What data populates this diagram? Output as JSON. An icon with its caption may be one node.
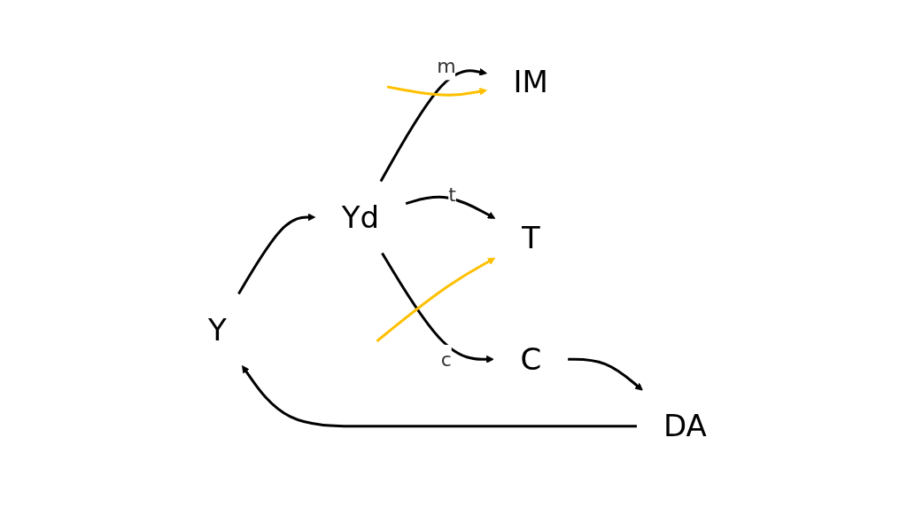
{
  "diagram": {
    "nodes": [
      {
        "text": [
          "Y"
        ]
      },
      {
        "text": [
          "Yd"
        ]
      },
      {
        "text": [
          "IM"
        ]
      },
      {
        "text": [
          "T"
        ]
      },
      {
        "text": [
          "C"
        ]
      },
      {
        "text": [
          "DA"
        ]
      }
    ],
    "edges": [
      {
        "from": 0,
        "to": 1,
        "arrow": "to"
      },
      {
        "from": 1,
        "to": 2,
        "label": "m",
        "arrow": "to"
      },
      {
        "from": 1,
        "to": 3,
        "label": "t",
        "arrow": "to"
      },
      {
        "from": 1,
        "to": 4,
        "label": "c",
        "arrow": "to"
      },
      {
        "from": 4,
        "to": 5,
        "arrow": "to"
      },
      {
        "from": 5,
        "to": 0,
        "arrow": "to"
      },
      {
        "from": null,
        "to": 2,
        "arrow": "to",
        "color": "#ffc000"
      },
      {
        "from": null,
        "to": 3,
        "arrow": "to",
        "color": "#ffc000"
      }
    ]
  }
}
